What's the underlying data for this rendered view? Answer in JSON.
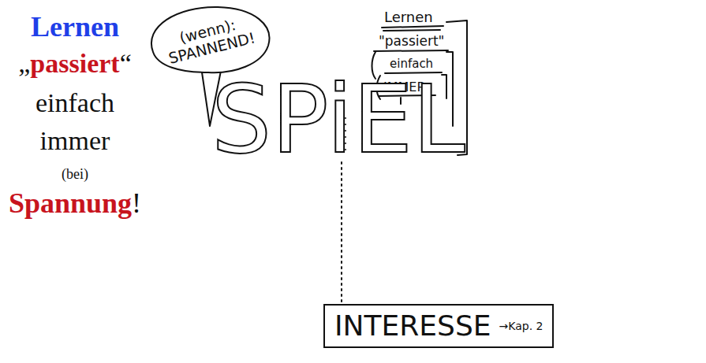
{
  "diagram": {
    "nodes": [
      {
        "text": [
          "(wenn): SPANNEND!"
        ]
      },
      {
        "text": [
          "INTERESSE",
          "→Kap. 2"
        ]
      }
    ],
    "labels": [
      "Lernen",
      "„",
      "passiert",
      "“",
      "einfach",
      "immer",
      "(bei)",
      "Spannung",
      "!",
      "Lernen",
      "\"passiert\"",
      "einfach",
      "IMMER",
      "SPiEL"
    ]
  }
}
